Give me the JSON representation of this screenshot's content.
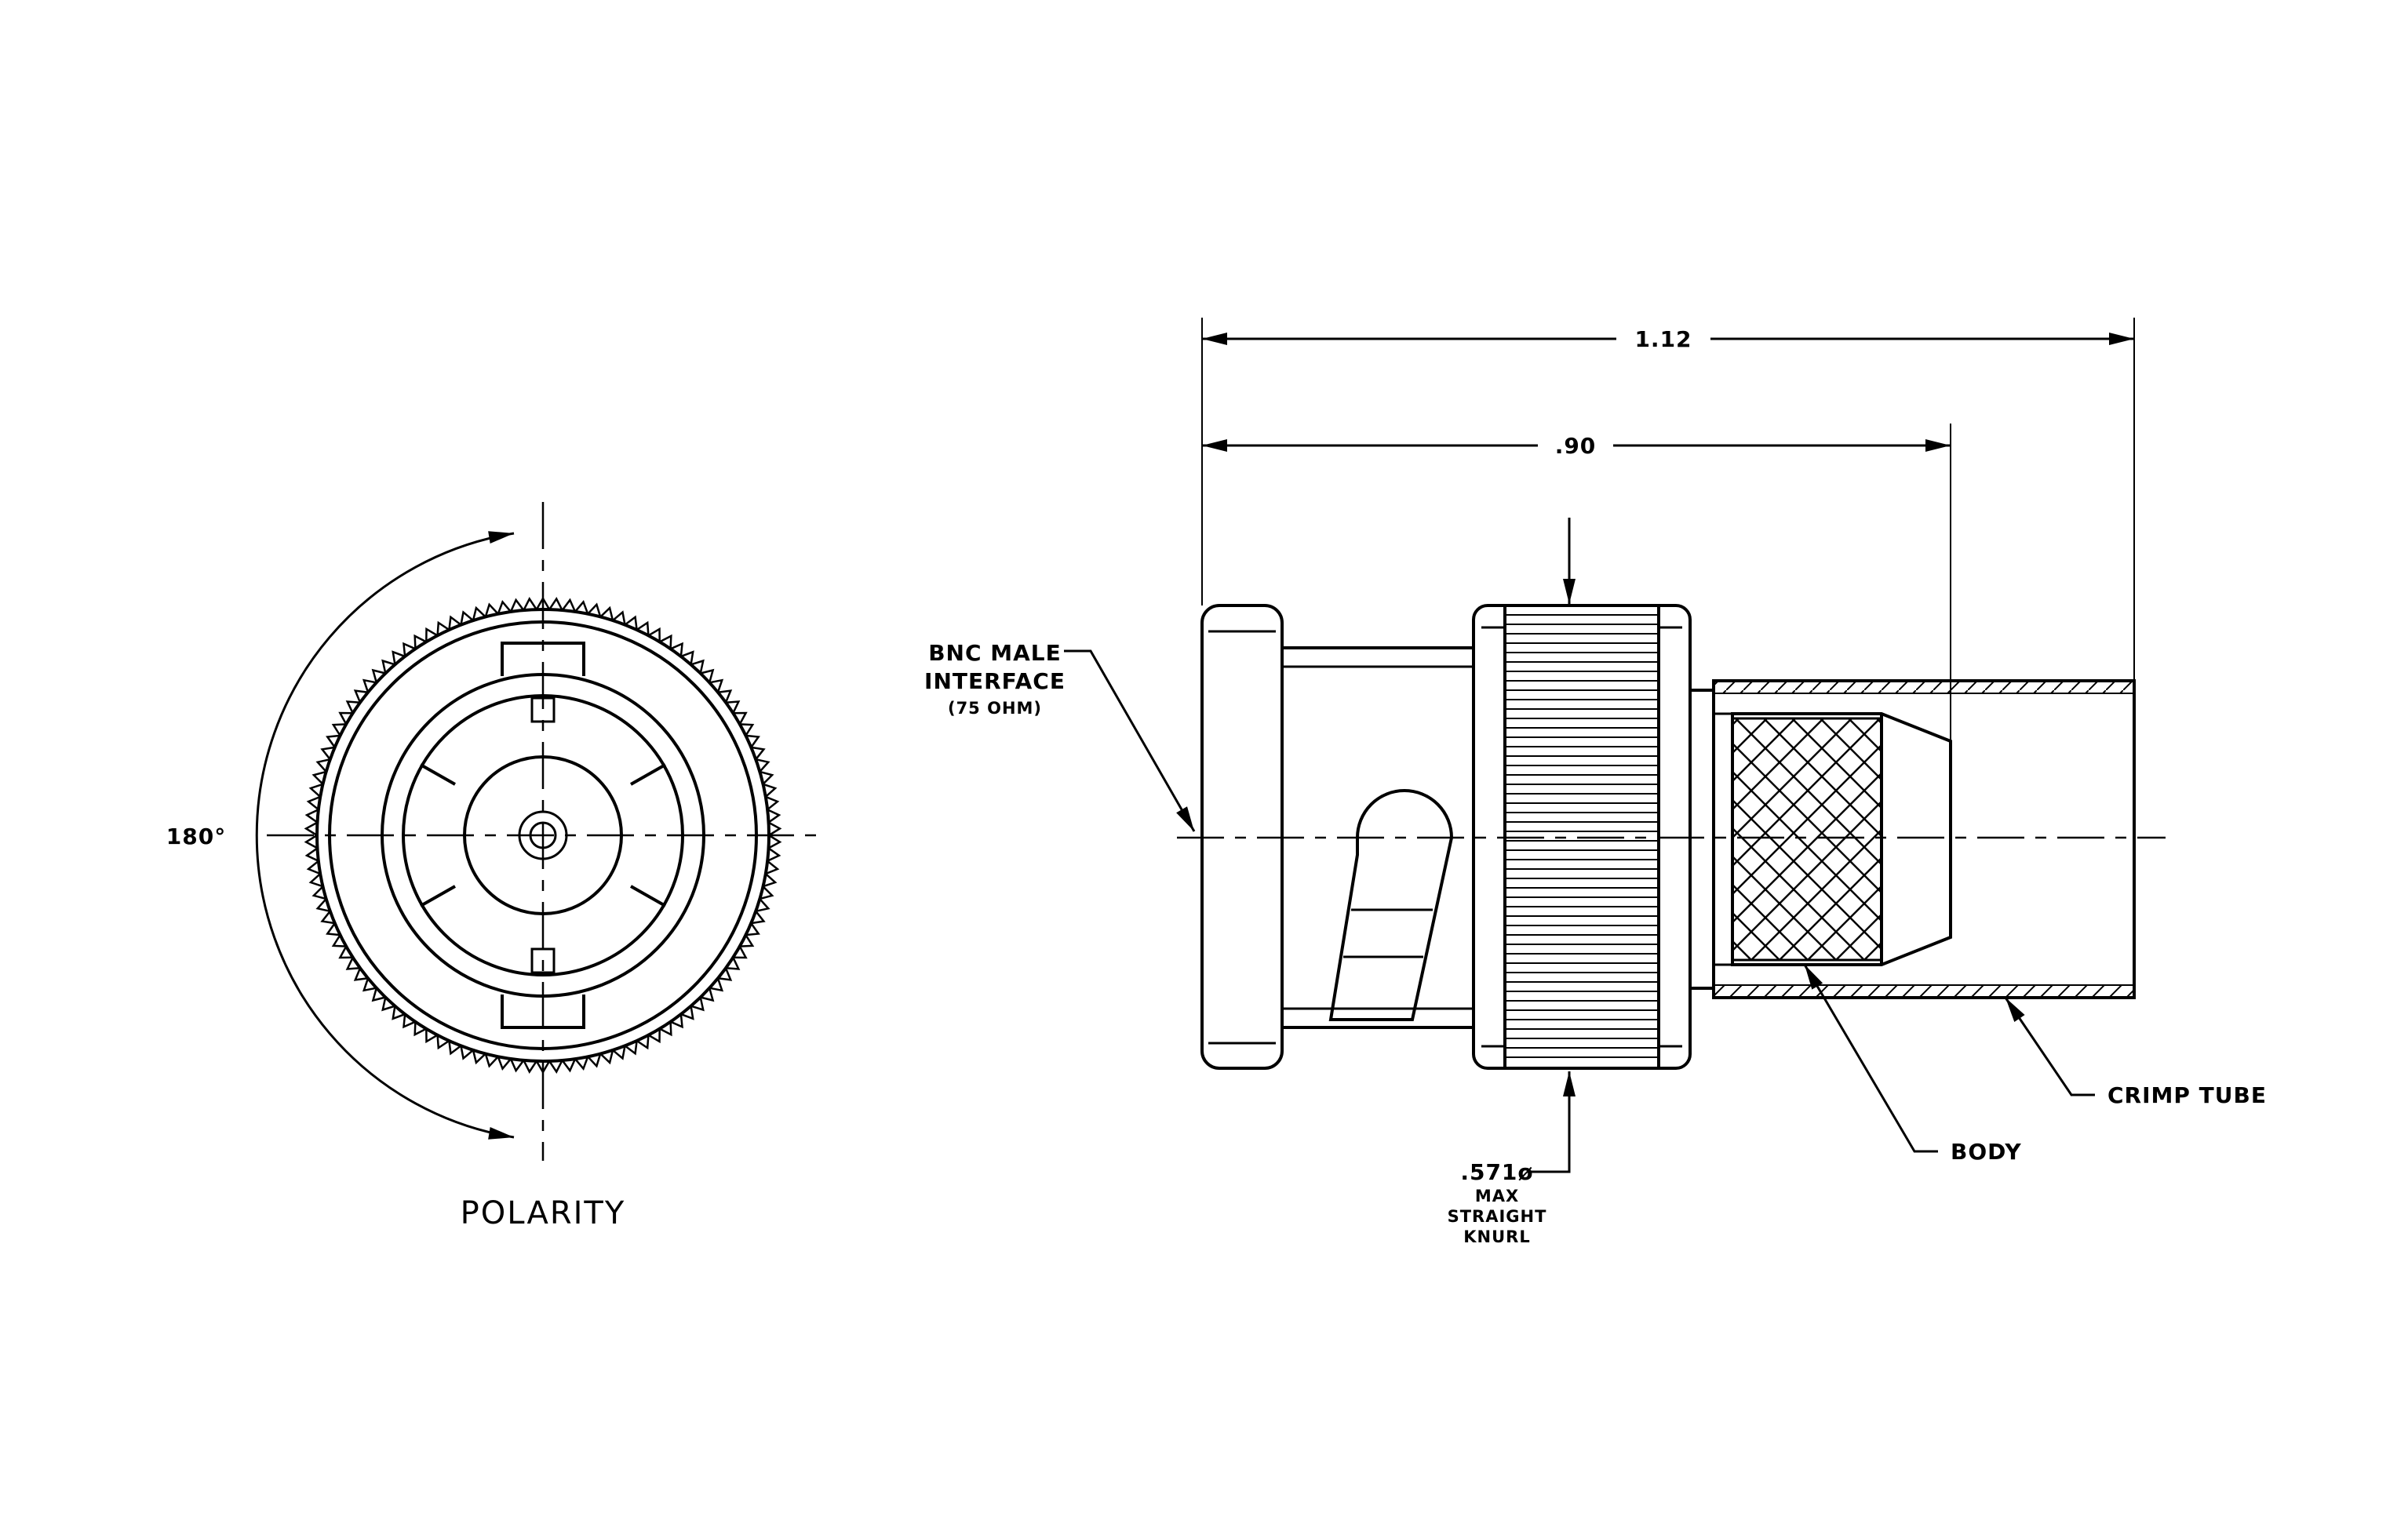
{
  "polarity_view": {
    "angle_label": "180°",
    "title": "POLARITY"
  },
  "side_view": {
    "dim_overall": "1.12",
    "dim_body": ".90",
    "callout_interface": {
      "line1": "BNC MALE",
      "line2": "INTERFACE",
      "line3": "(75 OHM)"
    },
    "callout_knurl": {
      "line1": ".571ø",
      "line2": "MAX",
      "line3": "STRAIGHT",
      "line4": "KNURL"
    },
    "callout_body": "BODY",
    "callout_crimp": "CRIMP TUBE"
  },
  "colors": {
    "line": "#000000",
    "background": "#ffffff"
  }
}
